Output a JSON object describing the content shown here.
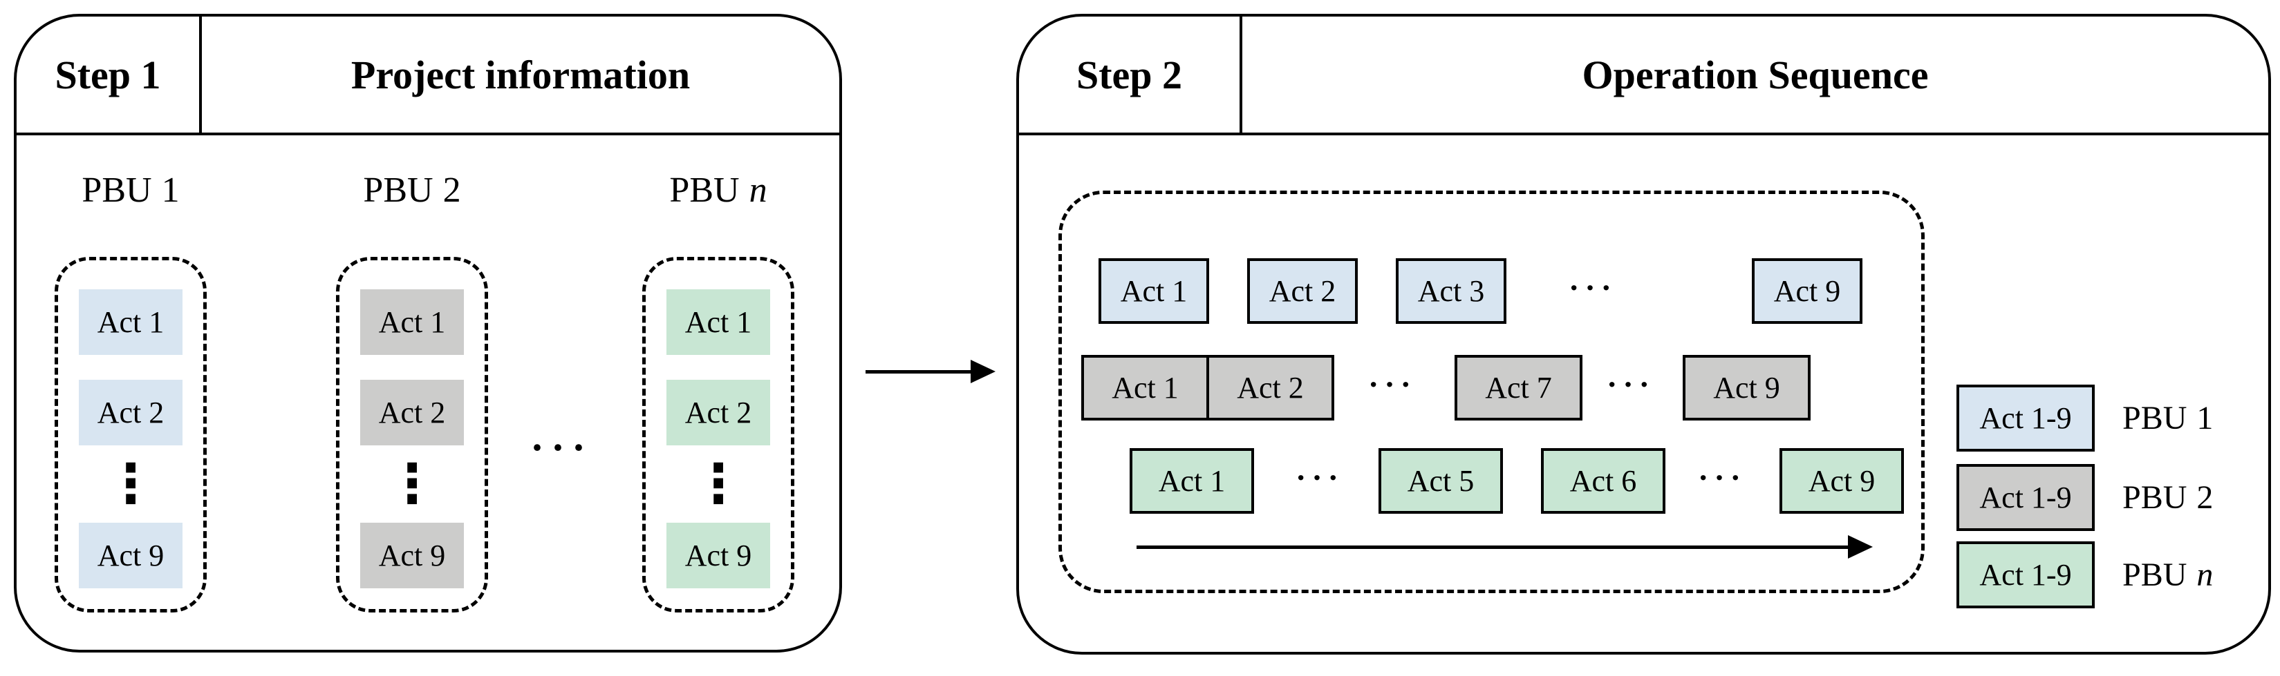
{
  "colors": {
    "pbu1_fill": "#d8e5f1",
    "pbu2_fill": "#cccccb",
    "pbun_fill": "#c8e6d3",
    "outline": "#000000"
  },
  "ellipsis": {
    "vertical": "⋮",
    "horizontal": "···"
  },
  "left_panel": {
    "step_label": "Step 1",
    "title": "Project information",
    "columns": [
      {
        "label_prefix": "PBU",
        "label_suffix": "1",
        "acts": [
          "Act 1",
          "Act 2",
          "Act 9"
        ]
      },
      {
        "label_prefix": "PBU",
        "label_suffix": "2",
        "acts": [
          "Act 1",
          "Act 2",
          "Act 9"
        ]
      },
      {
        "label_prefix": "PBU",
        "label_suffix": "n",
        "acts": [
          "Act 1",
          "Act 2",
          "Act 9"
        ]
      }
    ]
  },
  "right_panel": {
    "step_label": "Step 2",
    "title": "Operation Sequence",
    "row1": [
      "Act 1",
      "Act 2",
      "Act 3",
      "Act 9"
    ],
    "row2": [
      "Act 1",
      "Act 2",
      "Act 7",
      "Act 9"
    ],
    "row3": [
      "Act 1",
      "Act 5",
      "Act 6",
      "Act 9"
    ],
    "legend": [
      {
        "box_label": "Act 1-9",
        "name_prefix": "PBU",
        "name_suffix": "1"
      },
      {
        "box_label": "Act 1-9",
        "name_prefix": "PBU",
        "name_suffix": "2"
      },
      {
        "box_label": "Act 1-9",
        "name_prefix": "PBU",
        "name_suffix": "n"
      }
    ]
  }
}
